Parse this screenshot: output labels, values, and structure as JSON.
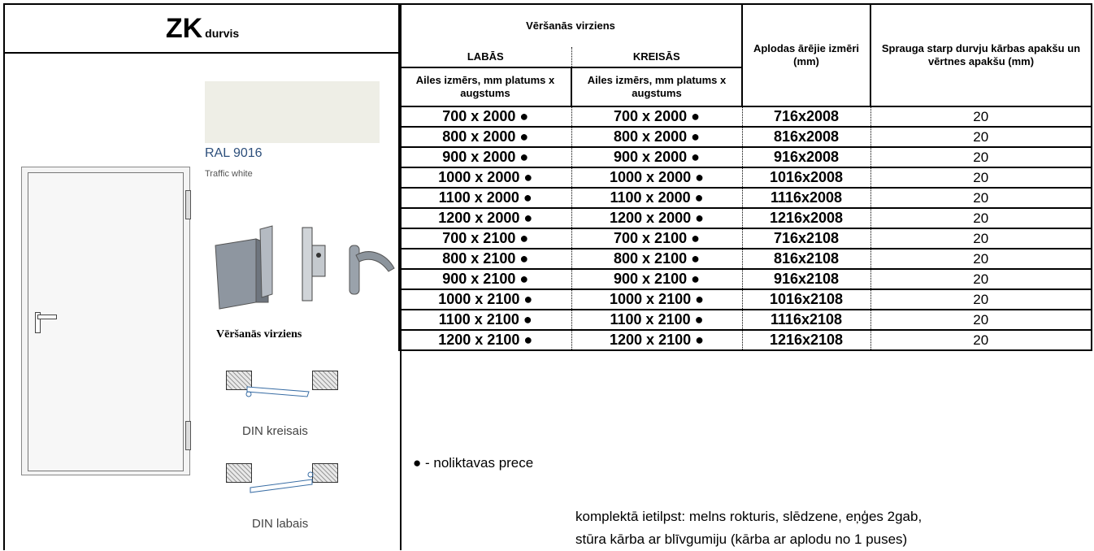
{
  "title": {
    "big": "ZK",
    "small": "durvis"
  },
  "left": {
    "ral_code": "RAL 9016",
    "ral_name": "Traffic white",
    "direction_title": "Vēršanās virziens",
    "din_left": "DIN kreisais",
    "din_right": "DIN labais"
  },
  "table": {
    "group_header": "Vēršanās virziens",
    "col_labas": "LABĀS",
    "col_kreisas": "KREISĀS",
    "col_aplodas": "Aplodas ārējie izmēri (mm)",
    "col_sprauga": "Sprauga starp durvju kārbas apakšu un vērtnes apakšu (mm)",
    "sub_labas": "Ailes izmērs, mm platums x augstums",
    "sub_kreisas": "Ailes izmērs, mm platums x augstums",
    "rows": [
      [
        "700 x 2000 ●",
        "700 x 2000 ●",
        "716x2008",
        "20"
      ],
      [
        "800 x 2000 ●",
        "800 x 2000 ●",
        "816x2008",
        "20"
      ],
      [
        "900 x 2000 ●",
        "900 x 2000 ●",
        "916x2008",
        "20"
      ],
      [
        "1000 x 2000 ●",
        "1000 x 2000 ●",
        "1016x2008",
        "20"
      ],
      [
        "1100 x 2000 ●",
        "1100 x 2000 ●",
        "1116x2008",
        "20"
      ],
      [
        "1200 x 2000 ●",
        "1200 x 2000 ●",
        "1216x2008",
        "20"
      ],
      [
        "700 x 2100 ●",
        "700 x 2100 ●",
        "716x2108",
        "20"
      ],
      [
        "800 x 2100 ●",
        "800 x 2100 ●",
        "816x2108",
        "20"
      ],
      [
        "900 x 2100 ●",
        "900 x 2100 ●",
        "916x2108",
        "20"
      ],
      [
        "1000 x 2100 ●",
        "1000 x 2100 ●",
        "1016x2108",
        "20"
      ],
      [
        "1100 x 2100 ●",
        "1100 x 2100 ●",
        "1116x2108",
        "20"
      ],
      [
        "1200 x 2100 ●",
        "1200 x 2100 ●",
        "1216x2108",
        "20"
      ]
    ]
  },
  "notes": {
    "stock": "● - noliktavas prece",
    "kit_line1": "komplektā ietilpst: melns rokturis, slēdzene, eņģes 2gab,",
    "kit_line2": "stūra kārba ar blīvgumiju (kārba ar aplodu no 1 puses)"
  },
  "colors": {
    "swatch": "#eeeee6",
    "ral_text": "#2d4f7b"
  }
}
